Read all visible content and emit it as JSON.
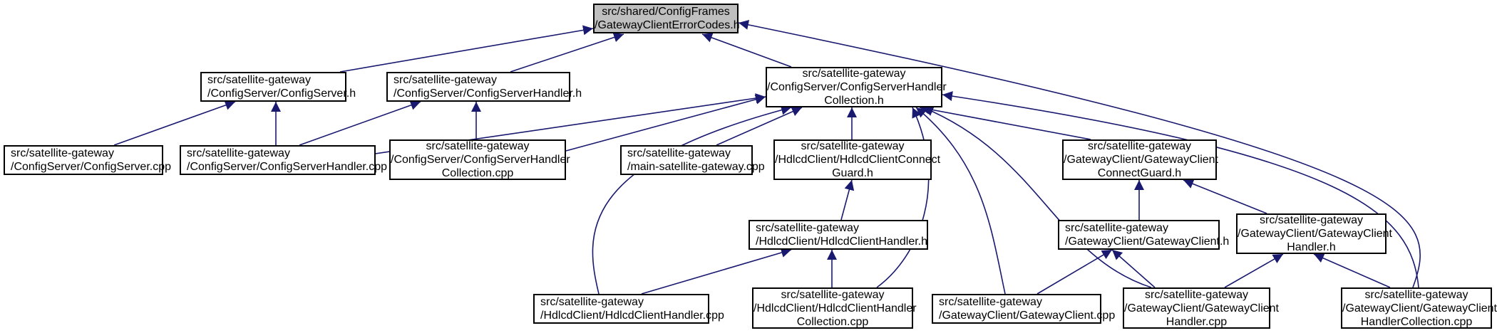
{
  "graph": {
    "edge_color": "#191970",
    "root_fill": "#bfbfbf",
    "nodes": {
      "root": {
        "lines": [
          "src/shared/ConfigFrames",
          "/GatewayClientErrorCodes.h"
        ]
      },
      "cs_h": {
        "lines": [
          "src/satellite-gateway",
          "/ConfigServer/ConfigServer.h"
        ]
      },
      "csh_h": {
        "lines": [
          "src/satellite-gateway",
          "/ConfigServer/ConfigServerHandler.h"
        ]
      },
      "cshc_h": {
        "lines": [
          "src/satellite-gateway",
          "/ConfigServer/ConfigServerHandler",
          "Collection.h"
        ]
      },
      "cs_cpp": {
        "lines": [
          "src/satellite-gateway",
          "/ConfigServer/ConfigServer.cpp"
        ]
      },
      "csh_cpp": {
        "lines": [
          "src/satellite-gateway",
          "/ConfigServer/ConfigServerHandler.cpp"
        ]
      },
      "cshc_cpp": {
        "lines": [
          "src/satellite-gateway",
          "/ConfigServer/ConfigServerHandler",
          "Collection.cpp"
        ]
      },
      "main_cpp": {
        "lines": [
          "src/satellite-gateway",
          "/main-satellite-gateway.cpp"
        ]
      },
      "hccg_h": {
        "lines": [
          "src/satellite-gateway",
          "/HdlcdClient/HdlcdClientConnect",
          "Guard.h"
        ]
      },
      "gccg_h": {
        "lines": [
          "src/satellite-gateway",
          "/GatewayClient/GatewayClient",
          "ConnectGuard.h"
        ]
      },
      "hch_h": {
        "lines": [
          "src/satellite-gateway",
          "/HdlcdClient/HdlcdClientHandler.h"
        ]
      },
      "gc_h": {
        "lines": [
          "src/satellite-gateway",
          "/GatewayClient/GatewayClient.h"
        ]
      },
      "gch_h": {
        "lines": [
          "src/satellite-gateway",
          "/GatewayClient/GatewayClient",
          "Handler.h"
        ]
      },
      "hch_cpp": {
        "lines": [
          "src/satellite-gateway",
          "/HdlcdClient/HdlcdClientHandler.cpp"
        ]
      },
      "hchc_cpp": {
        "lines": [
          "src/satellite-gateway",
          "/HdlcdClient/HdlcdClientHandler",
          "Collection.cpp"
        ]
      },
      "gc_cpp": {
        "lines": [
          "src/satellite-gateway",
          "/GatewayClient/GatewayClient.cpp"
        ]
      },
      "gch_cpp": {
        "lines": [
          "src/satellite-gateway",
          "/GatewayClient/GatewayClient",
          "Handler.cpp"
        ]
      },
      "gchc_cpp": {
        "lines": [
          "src/satellite-gateway",
          "/GatewayClient/GatewayClient",
          "HandlerCollection.cpp"
        ]
      }
    }
  }
}
